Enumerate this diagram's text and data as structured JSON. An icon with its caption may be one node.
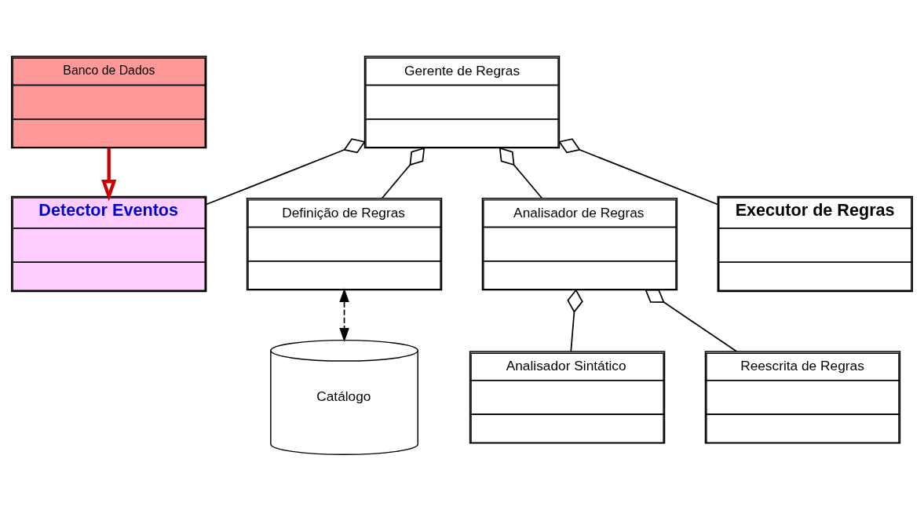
{
  "diagram": {
    "nodes": [
      {
        "text": [
          "Gerente de Regras"
        ]
      },
      {
        "text": [
          "Definição de Regras"
        ]
      },
      {
        "text": [
          "Detector Eventos"
        ]
      },
      {
        "text": [
          "Analisador de Regras"
        ]
      },
      {
        "text": [
          "Executor de Regras"
        ]
      },
      {
        "text": [
          "Banco de Dados"
        ]
      },
      {
        "text": [
          "Catálogo"
        ]
      },
      {
        "text": [
          "Analisador Sintático"
        ]
      },
      {
        "text": [
          "Reescrita de Regras"
        ]
      }
    ],
    "edges": [
      {
        "from": 0,
        "to": 1,
        "arrow": "other"
      },
      {
        "from": 0,
        "to": 2,
        "arrow": "other"
      },
      {
        "from": 0,
        "to": 3,
        "arrow": "other"
      },
      {
        "from": 0,
        "to": 4,
        "arrow": "other"
      },
      {
        "from": 1,
        "to": 6,
        "arrow": "both",
        "style": "dashed"
      },
      {
        "from": 5,
        "to": 2,
        "arrow": "to",
        "style": "thick",
        "color": "#cc0000"
      },
      {
        "from": 3,
        "to": 7,
        "arrow": "other"
      },
      {
        "from": 3,
        "to": 8,
        "arrow": "other"
      }
    ]
  }
}
